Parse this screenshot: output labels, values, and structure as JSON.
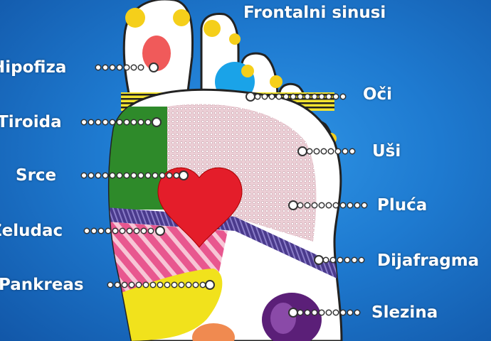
{
  "title": "Foot reflexology map",
  "labels": {
    "frontal_sinuses": "Frontalni sinusi",
    "pituitary": "Hipofiza",
    "thyroid": "Tiroida",
    "heart": "Srce",
    "stomach": "Želudac",
    "pancreas": "Pankreas",
    "eyes": "Oči",
    "ears": "Uši",
    "lungs": "Pluća",
    "diaphragm": "Dijafragma",
    "spleen": "Slezina"
  },
  "colors": {
    "background": "#1e7ad0",
    "foot": "#ffffff",
    "thyroid": "#2e8a2a",
    "heart": "#e41d2a",
    "stomach": "#e8578f",
    "pancreas": "#f1e21c",
    "lungs": "#e8c7d0",
    "diaphragm": "#4a3a8c",
    "spleen": "#5b1f78",
    "eyes": "#1aa3e8",
    "ears": "#f07070"
  }
}
